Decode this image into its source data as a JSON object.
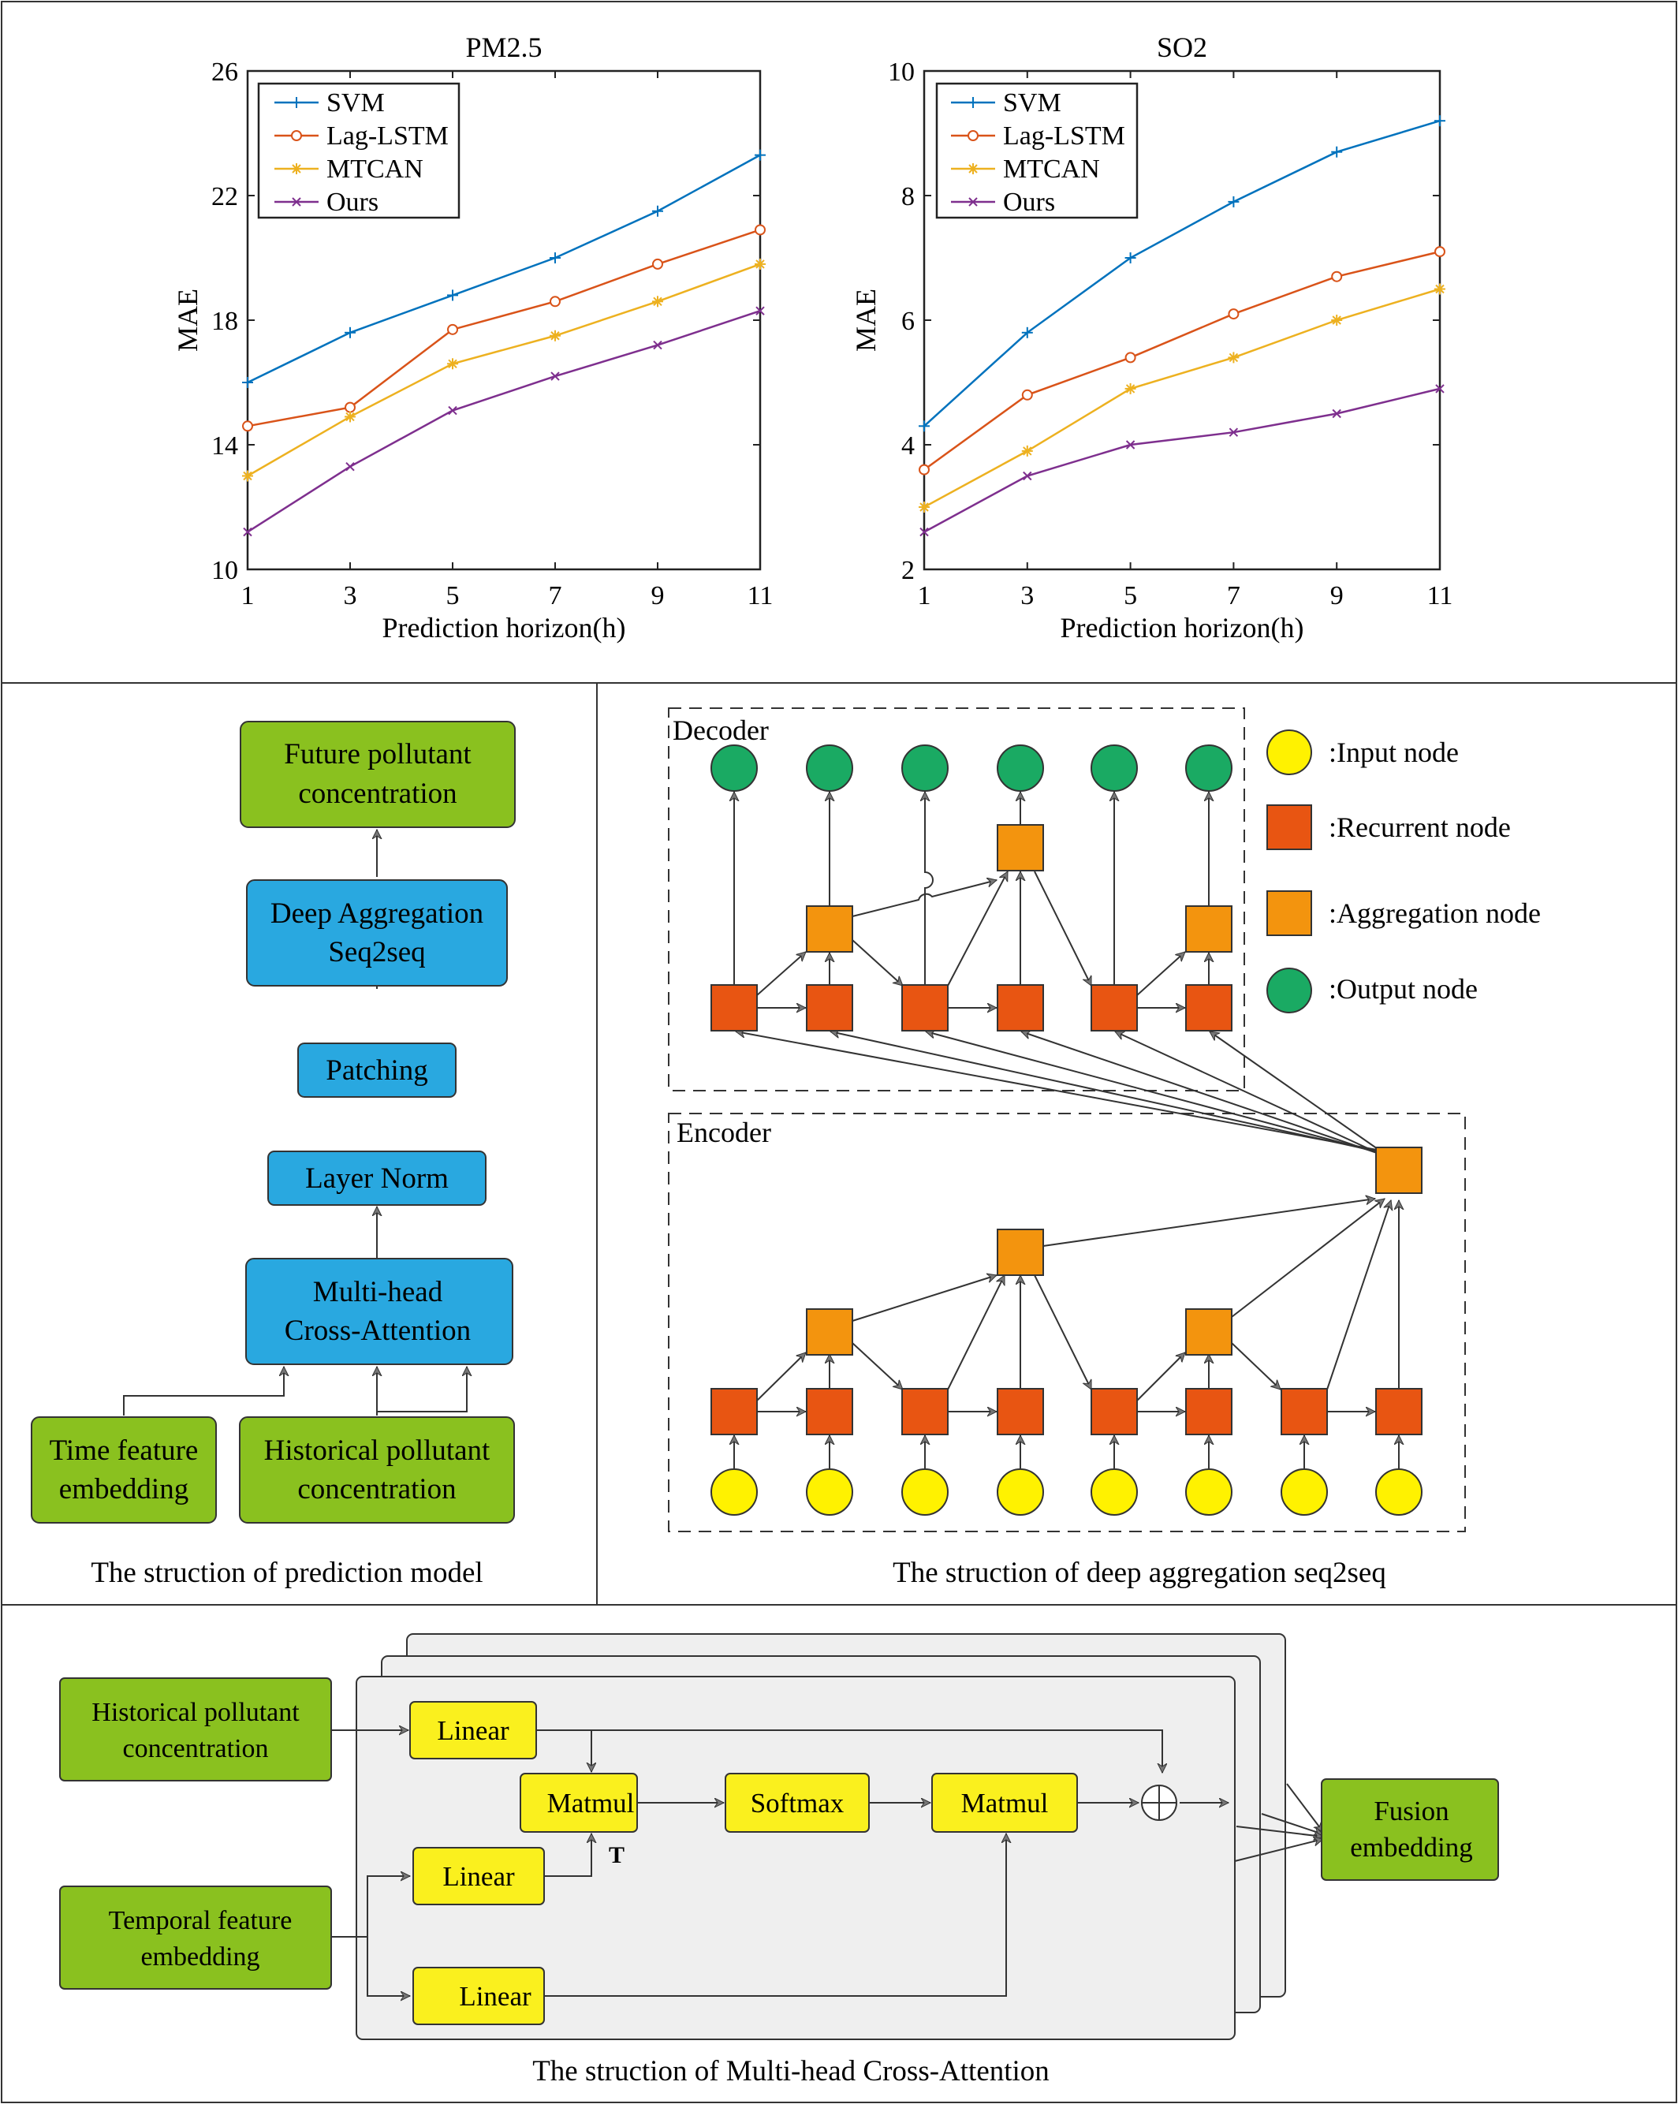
{
  "chart_data": [
    {
      "type": "line",
      "title": "PM2.5",
      "xlabel": "Prediction horizon(h)",
      "ylabel": "MAE",
      "x": [
        1,
        3,
        5,
        7,
        9,
        11
      ],
      "xticks": [
        1,
        3,
        5,
        7,
        9,
        11
      ],
      "yticks": [
        10,
        14,
        18,
        22,
        26
      ],
      "xlim": [
        1,
        11
      ],
      "ylim": [
        10,
        26
      ],
      "legend_position": "top-left",
      "series": [
        {
          "name": "SVM",
          "color": "#0072BD",
          "marker": "+",
          "values": [
            16.0,
            17.6,
            18.8,
            20.0,
            21.5,
            23.3
          ]
        },
        {
          "name": "Lag-LSTM",
          "color": "#D95319",
          "marker": "o",
          "values": [
            14.6,
            15.2,
            17.7,
            18.6,
            19.8,
            20.9
          ]
        },
        {
          "name": "MTCAN",
          "color": "#EDB120",
          "marker": "*",
          "values": [
            13.0,
            14.9,
            16.6,
            17.5,
            18.6,
            19.8
          ]
        },
        {
          "name": "Ours",
          "color": "#7E2F8E",
          "marker": "x",
          "values": [
            11.2,
            13.3,
            15.1,
            16.2,
            17.2,
            18.3
          ]
        }
      ]
    },
    {
      "type": "line",
      "title": "SO2",
      "xlabel": "Prediction horizon(h)",
      "ylabel": "MAE",
      "x": [
        1,
        3,
        5,
        7,
        9,
        11
      ],
      "xticks": [
        1,
        3,
        5,
        7,
        9,
        11
      ],
      "yticks": [
        2,
        4,
        6,
        8,
        10
      ],
      "xlim": [
        1,
        11
      ],
      "ylim": [
        2,
        10
      ],
      "legend_position": "top-left",
      "series": [
        {
          "name": "SVM",
          "color": "#0072BD",
          "marker": "+",
          "values": [
            4.3,
            5.8,
            7.0,
            7.9,
            8.7,
            9.2
          ]
        },
        {
          "name": "Lag-LSTM",
          "color": "#D95319",
          "marker": "o",
          "values": [
            3.6,
            4.8,
            5.4,
            6.1,
            6.7,
            7.1
          ]
        },
        {
          "name": "MTCAN",
          "color": "#EDB120",
          "marker": "*",
          "values": [
            3.0,
            3.9,
            4.9,
            5.4,
            6.0,
            6.5
          ]
        },
        {
          "name": "Ours",
          "color": "#7E2F8E",
          "marker": "x",
          "values": [
            2.6,
            3.5,
            4.0,
            4.2,
            4.5,
            4.9
          ]
        }
      ]
    }
  ],
  "prediction_model": {
    "caption": "The struction of  prediction model",
    "future_line1": "Future pollutant",
    "future_line2": "concentration",
    "dagg_line1": "Deep Aggregation",
    "dagg_line2": "Seq2seq",
    "patching": "Patching",
    "layer_norm": "Layer Norm",
    "mhca_line1": "Multi-head",
    "mhca_line2": "Cross-Attention",
    "time_line1": "Time feature",
    "time_line2": "embedding",
    "hist_line1": "Historical pollutant",
    "hist_line2": "concentration"
  },
  "seq2seq": {
    "caption": "The struction of deep aggregation seq2seq",
    "decoder_label": "Decoder",
    "encoder_label": "Encoder",
    "legend": {
      "input": ":Input node",
      "recurrent": ":Recurrent node",
      "aggregation": ":Aggregation node",
      "output": ":Output node"
    }
  },
  "cross_attention": {
    "caption": "The struction of Multi-head Cross-Attention",
    "hist_line1": "Historical pollutant",
    "hist_line2": "concentration",
    "temporal_line1": "Temporal feature",
    "temporal_line2": "embedding",
    "linear1": "Linear",
    "linear2": "Linear",
    "linear3": "Linear",
    "matmul1": "Matmul",
    "softmax": "Softmax",
    "matmul2": "Matmul",
    "transpose": "T",
    "fusion_line1": "Fusion",
    "fusion_line2": "embedding"
  },
  "colors": {
    "green_box": "#8AC11F",
    "blue_box": "#29A8E0",
    "yellow_box": "#FAF01E",
    "input_node": "#FFF200",
    "recurrent_node": "#E85512",
    "aggregation_node": "#F3940E",
    "output_node": "#1AAA63"
  }
}
